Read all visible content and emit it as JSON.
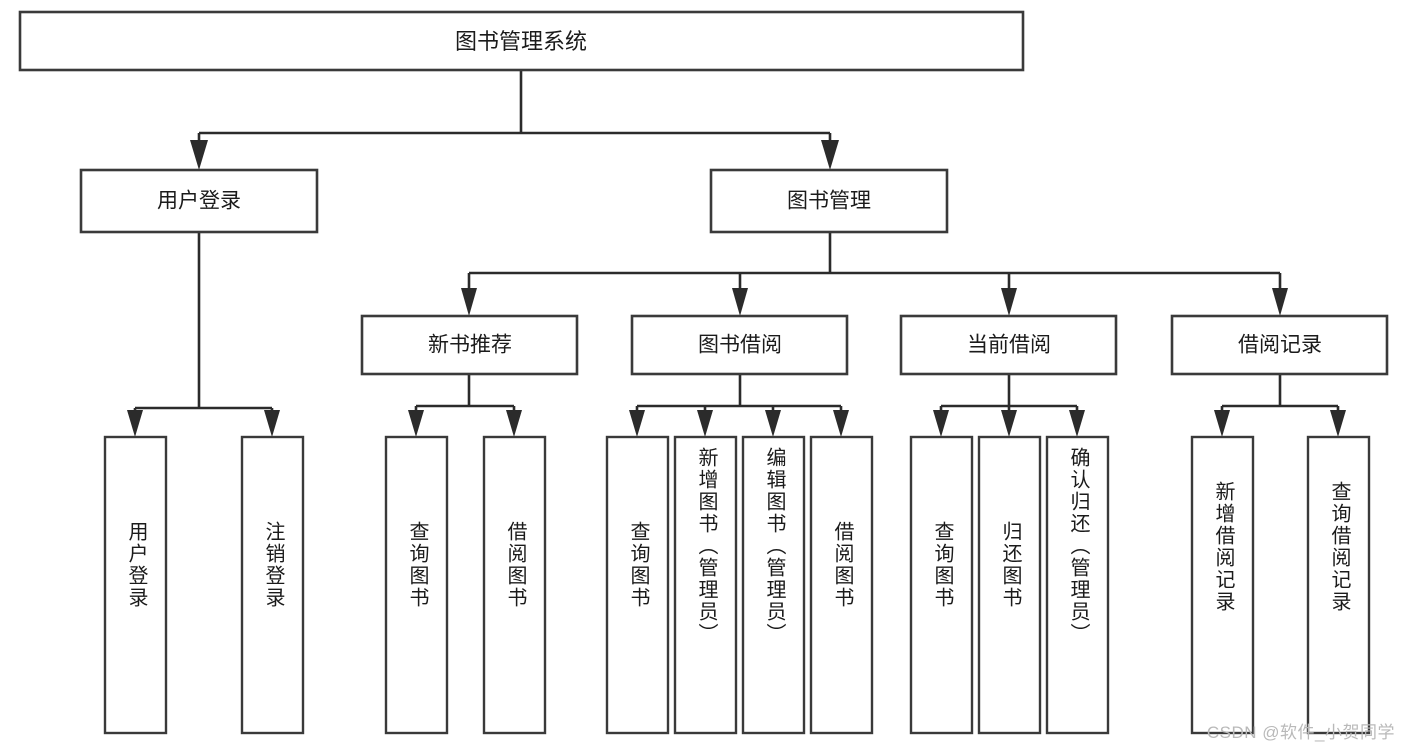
{
  "diagram": {
    "type": "tree",
    "title": "图书管理系统",
    "watermark": "CSDN @软件_小贺同学",
    "levels": {
      "root": {
        "label": "图书管理系统"
      },
      "level2": [
        {
          "id": "user-login",
          "label": "用户登录"
        },
        {
          "id": "book-manage",
          "label": "图书管理"
        }
      ],
      "level3": [
        {
          "id": "new-book-recommend",
          "label": "新书推荐",
          "parent": "book-manage"
        },
        {
          "id": "book-borrow",
          "label": "图书借阅",
          "parent": "book-manage"
        },
        {
          "id": "current-borrow",
          "label": "当前借阅",
          "parent": "book-manage"
        },
        {
          "id": "borrow-record",
          "label": "借阅记录",
          "parent": "book-manage"
        }
      ],
      "leaves": [
        {
          "id": "leaf-user-login",
          "label": "用户登录",
          "parent": "user-login"
        },
        {
          "id": "leaf-logout-login",
          "label": "注销登录",
          "parent": "user-login"
        },
        {
          "id": "leaf-query-book-1",
          "label": "查询图书",
          "parent": "new-book-recommend"
        },
        {
          "id": "leaf-borrow-book-1",
          "label": "借阅图书",
          "parent": "new-book-recommend"
        },
        {
          "id": "leaf-query-book-2",
          "label": "查询图书",
          "parent": "book-borrow"
        },
        {
          "id": "leaf-add-book",
          "label": "新增图书（管理员）",
          "parent": "book-borrow"
        },
        {
          "id": "leaf-edit-book",
          "label": "编辑图书（管理员）",
          "parent": "book-borrow"
        },
        {
          "id": "leaf-borrow-book-2",
          "label": "借阅图书",
          "parent": "book-borrow"
        },
        {
          "id": "leaf-query-book-3",
          "label": "查询图书",
          "parent": "current-borrow"
        },
        {
          "id": "leaf-return-book",
          "label": "归还图书",
          "parent": "current-borrow"
        },
        {
          "id": "leaf-confirm-return",
          "label": "确认归还（管理员）",
          "parent": "current-borrow"
        },
        {
          "id": "leaf-add-record",
          "label": "新增借阅记录",
          "parent": "borrow-record"
        },
        {
          "id": "leaf-query-record",
          "label": "查询借阅记录",
          "parent": "borrow-record"
        }
      ]
    },
    "colors": {
      "box_fill": "#ffffff",
      "box_stroke": "#3a3a3a",
      "line": "#2b2b2b",
      "text": "#1b1b1b",
      "watermark": "#b9b9b9"
    }
  }
}
